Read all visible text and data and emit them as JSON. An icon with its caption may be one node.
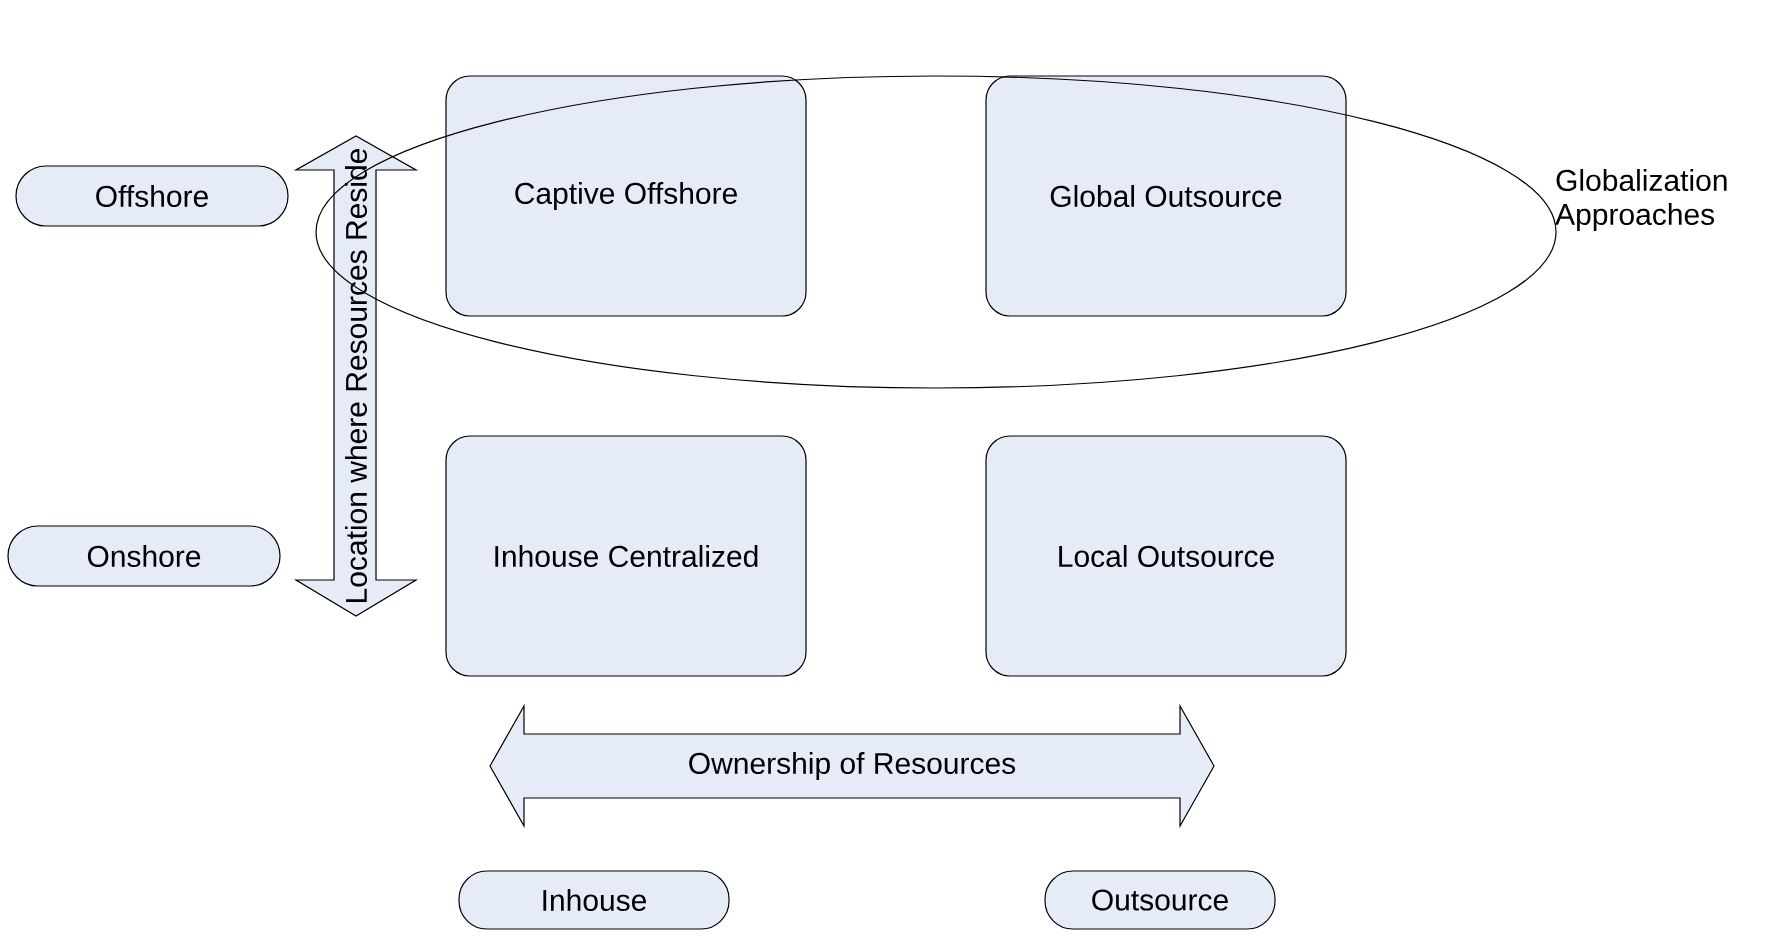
{
  "diagram": {
    "nodes": [
      {
        "text": [
          "Globalization Approaches"
        ]
      },
      {
        "text": [
          "Offshore"
        ]
      },
      {
        "text": [
          "Captive Offshore"
        ],
        "in": 0
      },
      {
        "text": [
          "Global Outsource"
        ],
        "in": 0
      },
      {
        "text": [
          "Onshore"
        ]
      },
      {
        "text": [
          "Inhouse Centralized"
        ]
      },
      {
        "text": [
          "Local Outsource"
        ]
      },
      {
        "text": [
          "Inhouse"
        ]
      },
      {
        "text": [
          "Outsource"
        ]
      }
    ],
    "labels": [
      "Location where Resources Reside",
      "Ownership of Resources"
    ]
  }
}
